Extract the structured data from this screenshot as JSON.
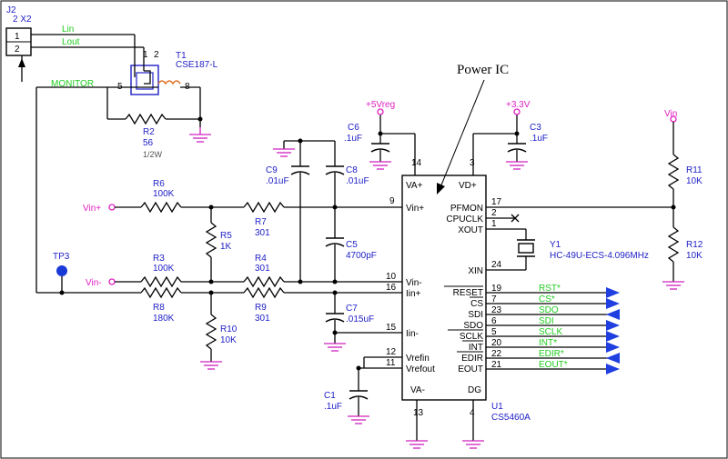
{
  "title": "Power IC",
  "connector": {
    "ref": "J2",
    "part": "2 X2",
    "pins": [
      "1",
      "2"
    ],
    "nets": [
      "Lin",
      "Lout"
    ]
  },
  "transformer": {
    "ref": "T1",
    "part": "CSE187-L",
    "pins": [
      "1",
      "2",
      "5",
      "8"
    ]
  },
  "net_monitor": "MONITOR",
  "testpoint": "TP3",
  "supplies": {
    "vreg": "+5Vreg",
    "v33": "+3.3V",
    "vin": "Vin"
  },
  "ports": {
    "vin_plus": "Vin+",
    "vin_minus": "Vin-"
  },
  "resistors": {
    "R2": {
      "ref": "R2",
      "value": "56",
      "note": "1/2W"
    },
    "R3": {
      "ref": "R3",
      "value": "100K"
    },
    "R4": {
      "ref": "R4",
      "value": "301"
    },
    "R5": {
      "ref": "R5",
      "value": "1K"
    },
    "R6": {
      "ref": "R6",
      "value": "100K"
    },
    "R7": {
      "ref": "R7",
      "value": "301"
    },
    "R8": {
      "ref": "R8",
      "value": "180K"
    },
    "R9": {
      "ref": "R9",
      "value": "301"
    },
    "R10": {
      "ref": "R10",
      "value": "10K"
    },
    "R11": {
      "ref": "R11",
      "value": "10K"
    },
    "R12": {
      "ref": "R12",
      "value": "10K"
    }
  },
  "capacitors": {
    "C1": {
      "ref": "C1",
      "value": ".1uF"
    },
    "C3": {
      "ref": "C3",
      "value": ".1uF"
    },
    "C5": {
      "ref": "C5",
      "value": "4700pF"
    },
    "C6": {
      "ref": "C6",
      "value": ".1uF"
    },
    "C7": {
      "ref": "C7",
      "value": ".015uF"
    },
    "C8": {
      "ref": "C8",
      "value": ".01uF"
    },
    "C9": {
      "ref": "C9",
      "value": ".01uF"
    }
  },
  "crystal": {
    "ref": "Y1",
    "part": "HC-49U-ECS-4.096MHz"
  },
  "ic": {
    "ref": "U1",
    "part": "CS5460A",
    "left_pins": [
      {
        "num": "9",
        "name": "Vin+"
      },
      {
        "num": "10",
        "name": "Vin-"
      },
      {
        "num": "16",
        "name": "Iin+"
      },
      {
        "num": "15",
        "name": "Iin-"
      },
      {
        "num": "12",
        "name": "Vrefin"
      },
      {
        "num": "11",
        "name": "Vrefout"
      }
    ],
    "right_pins": [
      {
        "num": "17",
        "name": "PFMON"
      },
      {
        "num": "2",
        "name": "CPUCLK"
      },
      {
        "num": "1",
        "name": "XOUT"
      },
      {
        "num": "24",
        "name": "XIN"
      },
      {
        "num": "19",
        "name": "RESET"
      },
      {
        "num": "7",
        "name": "CS"
      },
      {
        "num": "23",
        "name": "SDI"
      },
      {
        "num": "6",
        "name": "SDO"
      },
      {
        "num": "5",
        "name": "SCLK"
      },
      {
        "num": "20",
        "name": "INT"
      },
      {
        "num": "22",
        "name": "EDIR"
      },
      {
        "num": "21",
        "name": "EOUT"
      }
    ],
    "top_pins": [
      {
        "num": "14",
        "name": "VA+"
      },
      {
        "num": "3",
        "name": "VD+"
      }
    ],
    "bottom_pins": [
      {
        "num": "13",
        "name": "VA-"
      },
      {
        "num": "4",
        "name": "DG"
      }
    ]
  },
  "outputs": [
    "RST*",
    "CS*",
    "SDO",
    "SDI",
    "SCLK",
    "INT*",
    "EDIR*",
    "EOUT*"
  ],
  "colors": {
    "wire": "#000000",
    "ground": "#d020c0",
    "label": "#2020c8",
    "net": "#22cc22",
    "output": "#1f3fe0"
  }
}
